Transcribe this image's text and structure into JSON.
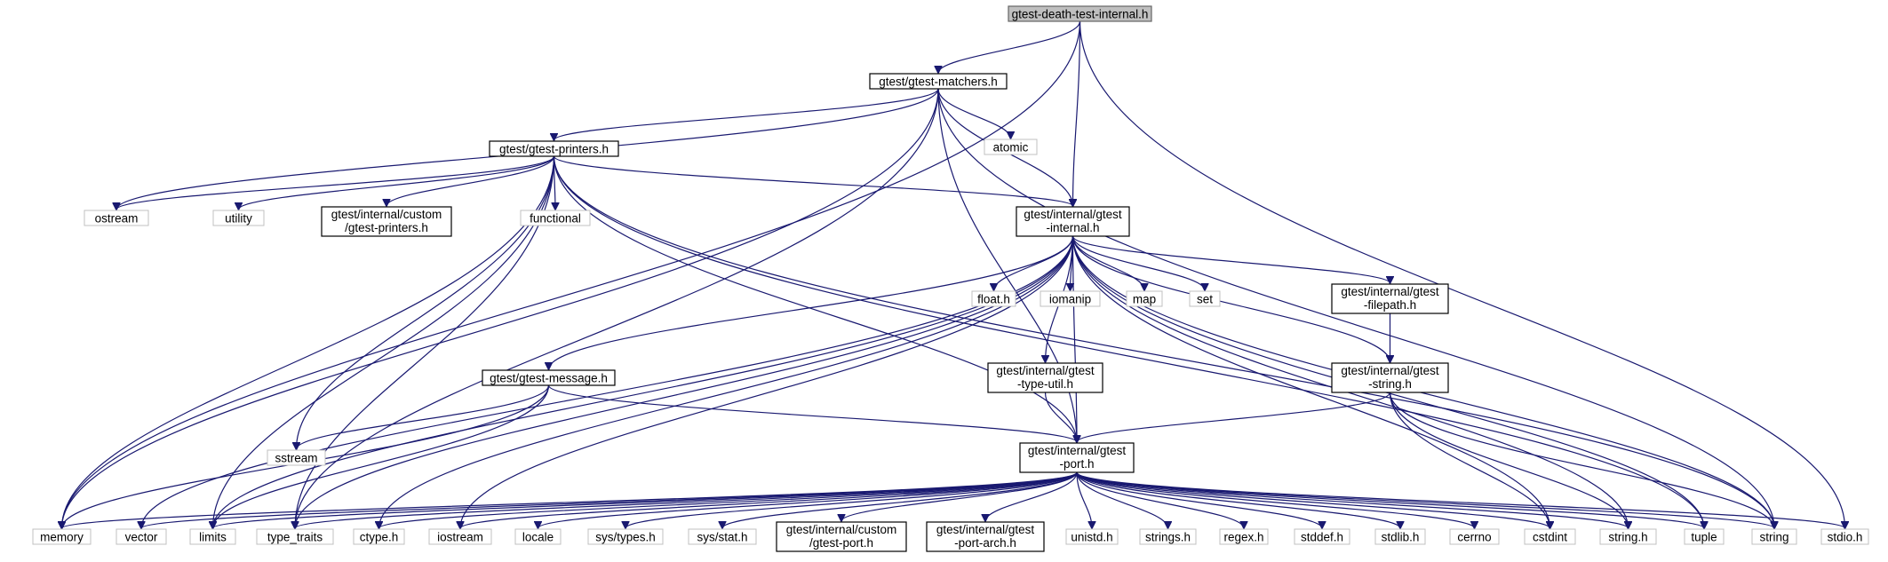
{
  "title": "gtest-death-test-internal.h",
  "colors": {
    "edge": "#191970",
    "root_fill": "#bfbfbf",
    "node_border": "#000000",
    "system_border": "#c0c0c0"
  },
  "nodes": [
    {
      "id": "root",
      "lines": [
        "gtest-death-test-internal.h"
      ],
      "kind": "root"
    },
    {
      "id": "matchers",
      "lines": [
        "gtest/gtest-matchers.h"
      ],
      "kind": "header"
    },
    {
      "id": "printers",
      "lines": [
        "gtest/gtest-printers.h"
      ],
      "kind": "header"
    },
    {
      "id": "internal",
      "lines": [
        "gtest/internal/gtest",
        "-internal.h"
      ],
      "kind": "header"
    },
    {
      "id": "atomic",
      "lines": [
        "atomic"
      ],
      "kind": "system"
    },
    {
      "id": "ostream",
      "lines": [
        "ostream"
      ],
      "kind": "system"
    },
    {
      "id": "utility",
      "lines": [
        "utility"
      ],
      "kind": "system"
    },
    {
      "id": "custom_printers",
      "lines": [
        "gtest/internal/custom",
        "/gtest-printers.h"
      ],
      "kind": "header"
    },
    {
      "id": "functional",
      "lines": [
        "functional"
      ],
      "kind": "system"
    },
    {
      "id": "float",
      "lines": [
        "float.h"
      ],
      "kind": "system"
    },
    {
      "id": "iomanip",
      "lines": [
        "iomanip"
      ],
      "kind": "system"
    },
    {
      "id": "map",
      "lines": [
        "map"
      ],
      "kind": "system"
    },
    {
      "id": "set",
      "lines": [
        "set"
      ],
      "kind": "system"
    },
    {
      "id": "filepath",
      "lines": [
        "gtest/internal/gtest",
        "-filepath.h"
      ],
      "kind": "header"
    },
    {
      "id": "message",
      "lines": [
        "gtest/gtest-message.h"
      ],
      "kind": "header"
    },
    {
      "id": "typeutil",
      "lines": [
        "gtest/internal/gtest",
        "-type-util.h"
      ],
      "kind": "header"
    },
    {
      "id": "gstring",
      "lines": [
        "gtest/internal/gtest",
        "-string.h"
      ],
      "kind": "header"
    },
    {
      "id": "sstream",
      "lines": [
        "sstream"
      ],
      "kind": "system"
    },
    {
      "id": "port",
      "lines": [
        "gtest/internal/gtest",
        "-port.h"
      ],
      "kind": "header"
    },
    {
      "id": "memory",
      "lines": [
        "memory"
      ],
      "kind": "system"
    },
    {
      "id": "vector",
      "lines": [
        "vector"
      ],
      "kind": "system"
    },
    {
      "id": "limits",
      "lines": [
        "limits"
      ],
      "kind": "system"
    },
    {
      "id": "type_traits",
      "lines": [
        "type_traits"
      ],
      "kind": "system"
    },
    {
      "id": "ctype",
      "lines": [
        "ctype.h"
      ],
      "kind": "system"
    },
    {
      "id": "iostream",
      "lines": [
        "iostream"
      ],
      "kind": "system"
    },
    {
      "id": "locale",
      "lines": [
        "locale"
      ],
      "kind": "system"
    },
    {
      "id": "systypes",
      "lines": [
        "sys/types.h"
      ],
      "kind": "system"
    },
    {
      "id": "sysstat",
      "lines": [
        "sys/stat.h"
      ],
      "kind": "system"
    },
    {
      "id": "custom_port",
      "lines": [
        "gtest/internal/custom",
        "/gtest-port.h"
      ],
      "kind": "header"
    },
    {
      "id": "portarch",
      "lines": [
        "gtest/internal/gtest",
        "-port-arch.h"
      ],
      "kind": "header"
    },
    {
      "id": "unistd",
      "lines": [
        "unistd.h"
      ],
      "kind": "system"
    },
    {
      "id": "strings",
      "lines": [
        "strings.h"
      ],
      "kind": "system"
    },
    {
      "id": "regex",
      "lines": [
        "regex.h"
      ],
      "kind": "system"
    },
    {
      "id": "stddef",
      "lines": [
        "stddef.h"
      ],
      "kind": "system"
    },
    {
      "id": "stdlib",
      "lines": [
        "stdlib.h"
      ],
      "kind": "system"
    },
    {
      "id": "cerrno",
      "lines": [
        "cerrno"
      ],
      "kind": "system"
    },
    {
      "id": "cstdint",
      "lines": [
        "cstdint"
      ],
      "kind": "system"
    },
    {
      "id": "stringh",
      "lines": [
        "string.h"
      ],
      "kind": "system"
    },
    {
      "id": "tuple",
      "lines": [
        "tuple"
      ],
      "kind": "system"
    },
    {
      "id": "string",
      "lines": [
        "string"
      ],
      "kind": "system"
    },
    {
      "id": "stdio",
      "lines": [
        "stdio.h"
      ],
      "kind": "system"
    }
  ],
  "edges": [
    [
      "root",
      "matchers"
    ],
    [
      "root",
      "internal"
    ],
    [
      "root",
      "memory"
    ],
    [
      "root",
      "stdio"
    ],
    [
      "matchers",
      "printers"
    ],
    [
      "matchers",
      "internal"
    ],
    [
      "matchers",
      "atomic"
    ],
    [
      "matchers",
      "ostream"
    ],
    [
      "matchers",
      "memory"
    ],
    [
      "matchers",
      "string"
    ],
    [
      "matchers",
      "port"
    ],
    [
      "matchers",
      "type_traits"
    ],
    [
      "printers",
      "internal"
    ],
    [
      "printers",
      "ostream"
    ],
    [
      "printers",
      "utility"
    ],
    [
      "printers",
      "custom_printers"
    ],
    [
      "printers",
      "functional"
    ],
    [
      "printers",
      "memory"
    ],
    [
      "printers",
      "sstream"
    ],
    [
      "printers",
      "port"
    ],
    [
      "printers",
      "string"
    ],
    [
      "printers",
      "tuple"
    ],
    [
      "printers",
      "limits"
    ],
    [
      "printers",
      "type_traits"
    ],
    [
      "internal",
      "float"
    ],
    [
      "internal",
      "iomanip"
    ],
    [
      "internal",
      "map"
    ],
    [
      "internal",
      "set"
    ],
    [
      "internal",
      "filepath"
    ],
    [
      "internal",
      "message"
    ],
    [
      "internal",
      "typeutil"
    ],
    [
      "internal",
      "gstring"
    ],
    [
      "internal",
      "port"
    ],
    [
      "internal",
      "vector"
    ],
    [
      "internal",
      "limits"
    ],
    [
      "internal",
      "type_traits"
    ],
    [
      "internal",
      "ctype"
    ],
    [
      "internal",
      "iostream"
    ],
    [
      "internal",
      "cstdint"
    ],
    [
      "internal",
      "stringh"
    ],
    [
      "internal",
      "tuple"
    ],
    [
      "internal",
      "string"
    ],
    [
      "filepath",
      "gstring"
    ],
    [
      "message",
      "sstream"
    ],
    [
      "message",
      "port"
    ],
    [
      "message",
      "memory"
    ],
    [
      "message",
      "limits"
    ],
    [
      "typeutil",
      "port"
    ],
    [
      "gstring",
      "port"
    ],
    [
      "gstring",
      "cstdint"
    ],
    [
      "gstring",
      "stringh"
    ],
    [
      "gstring",
      "string"
    ],
    [
      "port",
      "memory"
    ],
    [
      "port",
      "vector"
    ],
    [
      "port",
      "limits"
    ],
    [
      "port",
      "type_traits"
    ],
    [
      "port",
      "ctype"
    ],
    [
      "port",
      "iostream"
    ],
    [
      "port",
      "locale"
    ],
    [
      "port",
      "systypes"
    ],
    [
      "port",
      "sysstat"
    ],
    [
      "port",
      "custom_port"
    ],
    [
      "port",
      "portarch"
    ],
    [
      "port",
      "unistd"
    ],
    [
      "port",
      "strings"
    ],
    [
      "port",
      "regex"
    ],
    [
      "port",
      "stddef"
    ],
    [
      "port",
      "stdlib"
    ],
    [
      "port",
      "cerrno"
    ],
    [
      "port",
      "cstdint"
    ],
    [
      "port",
      "stringh"
    ],
    [
      "port",
      "tuple"
    ],
    [
      "port",
      "string"
    ],
    [
      "port",
      "stdio"
    ]
  ]
}
